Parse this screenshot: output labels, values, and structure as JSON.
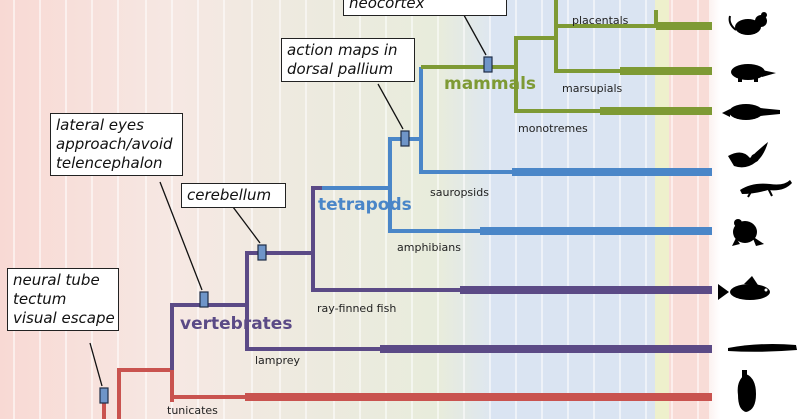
{
  "callouts": {
    "neocortex": "neocortex",
    "action_maps": [
      "action maps in",
      "dorsal pallium"
    ],
    "lateral_eyes": [
      "lateral eyes",
      "approach/avoid",
      "telencephalon"
    ],
    "cerebellum": "cerebellum",
    "neural_tube": [
      "neural tube",
      "tectum",
      "visual escape"
    ]
  },
  "clades": {
    "mammals": "mammals",
    "tetrapods": "tetrapods",
    "vertebrates": "vertebrates"
  },
  "taxa": {
    "placentals": "placentals",
    "marsupials": "marsupials",
    "monotremes": "monotremes",
    "sauropsids": "sauropsids",
    "amphibians": "amphibians",
    "ray_finned_fish": "ray-finned fish",
    "lamprey": "lamprey",
    "tunicates": "tunicates"
  },
  "colors": {
    "mammal_green": "#7e9a34",
    "tetrapod_blue": "#4a86c8",
    "vertebrate_purple": "#5b4a86",
    "chordate_red": "#c9534f",
    "marker_fill": "#6f95c8"
  },
  "icons": [
    "rodent-silhouette",
    "mole-silhouette",
    "platypus-silhouette",
    "bird-silhouette",
    "lizard-silhouette",
    "frog-silhouette",
    "fish-silhouette",
    "lamprey-silhouette",
    "tunicate-silhouette"
  ]
}
